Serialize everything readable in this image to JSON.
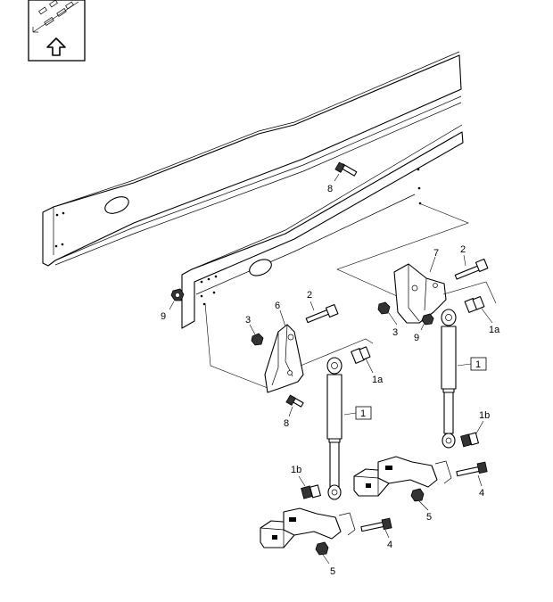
{
  "labels": {
    "bolt_top": "8",
    "bolt_low": "8",
    "nut_left": "9",
    "nut_right": "9",
    "screw_left": "2",
    "screw_right": "2",
    "nut3_left": "3",
    "nut3_right": "3",
    "bracket_left": "6",
    "bracket_right": "7",
    "bush_1a_left": "1a",
    "bush_1a_right": "1a",
    "bush_1b_left": "1b",
    "bush_1b_right": "1b",
    "shock_left": "1",
    "shock_right": "1",
    "bolt4_left": "4",
    "bolt4_right": "4",
    "nut5_left": "5",
    "nut5_right": "5"
  },
  "icons": {
    "orientation": "up-arrow-icon"
  }
}
